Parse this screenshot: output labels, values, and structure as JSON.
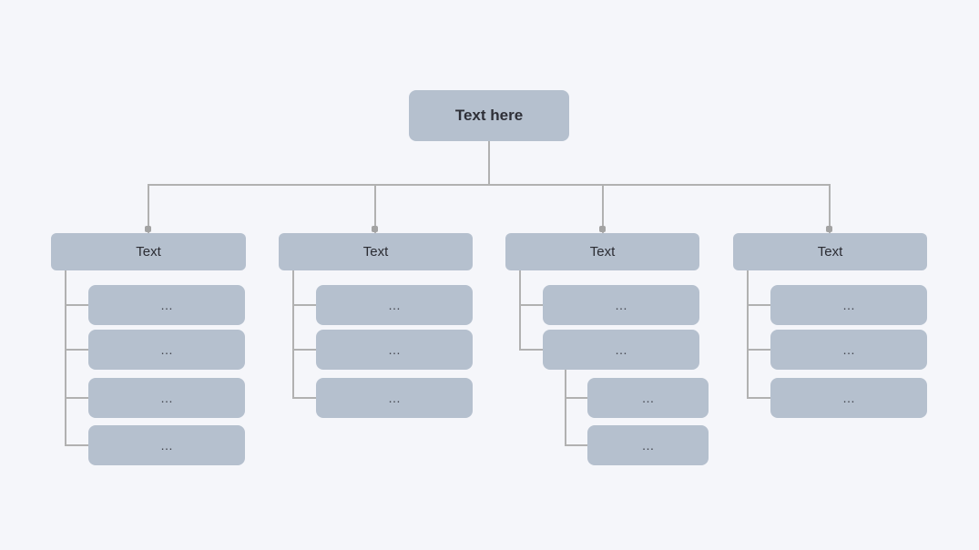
{
  "diagram": {
    "root": {
      "label": "Text here"
    },
    "branches": [
      {
        "label": "Text",
        "children": [
          {
            "label": "…"
          },
          {
            "label": "…"
          },
          {
            "label": "…"
          },
          {
            "label": "…"
          }
        ]
      },
      {
        "label": "Text",
        "children": [
          {
            "label": "…"
          },
          {
            "label": "…"
          },
          {
            "label": "…"
          }
        ]
      },
      {
        "label": "Text",
        "children": [
          {
            "label": "…"
          },
          {
            "label": "…",
            "children": [
              {
                "label": "…"
              },
              {
                "label": "…"
              }
            ]
          }
        ]
      },
      {
        "label": "Text",
        "children": [
          {
            "label": "…"
          },
          {
            "label": "…"
          },
          {
            "label": "…"
          }
        ]
      }
    ],
    "colors": {
      "background": "#f5f6fa",
      "node_fill": "#b5c0ce",
      "connector": "#b1b1b1",
      "text": "#2b2c33"
    }
  }
}
